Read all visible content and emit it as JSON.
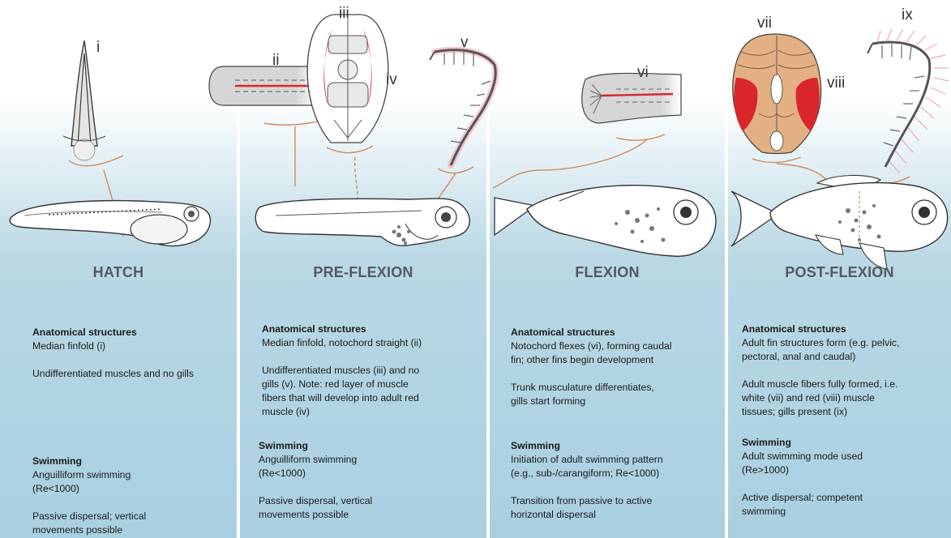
{
  "stages": [
    {
      "title": "HATCH",
      "anatomy_heading": "Anatomical structures",
      "anatomy_lines": [
        "Median finfold (i)"
      ],
      "anatomy_extra": [
        "Undifferentiated muscles and no gills"
      ],
      "swimming_heading": "Swimming",
      "swimming_lines": [
        "Anguilliform swimming",
        "(Re<1000)"
      ],
      "swimming_extra": [
        "Passive dispersal; vertical",
        "movements possible"
      ]
    },
    {
      "title": "PRE-FLEXION",
      "anatomy_heading": "Anatomical structures",
      "anatomy_lines": [
        "Median finfold, notochord straight (ii)"
      ],
      "anatomy_extra": [
        "Undifferentiated muscles (iii) and no",
        "gills (v). Note: red layer of muscle",
        "fibers that will develop into adult red",
        "muscle (iv)"
      ],
      "swimming_heading": "Swimming",
      "swimming_lines": [
        "Anguilliform swimming",
        "(Re<1000)"
      ],
      "swimming_extra": [
        "Passive dispersal, vertical",
        "movements possible"
      ]
    },
    {
      "title": "FLEXION",
      "anatomy_heading": "Anatomical structures",
      "anatomy_lines": [
        "Notochord flexes (vi), forming caudal",
        "fin; other fins begin development"
      ],
      "anatomy_extra": [
        "Trunk musculature differentiates,",
        "gills start forming"
      ],
      "swimming_heading": "Swimming",
      "swimming_lines": [
        "Initiation of adult swimming pattern",
        "(e.g., sub-/carangiform; Re<1000)"
      ],
      "swimming_extra": [
        "Transition from passive to active",
        "horizontal dispersal"
      ]
    },
    {
      "title": "POST-FLEXION",
      "anatomy_heading": "Anatomical structures",
      "anatomy_lines": [
        "Adult fin structures form (e.g. pelvic,",
        "pectoral, anal and caudal)"
      ],
      "anatomy_extra": [
        "Adult muscle fibers fully formed, i.e.",
        "white (vii) and red (viii) muscle",
        "tissues; gills present (ix)"
      ],
      "swimming_heading": "Swimming",
      "swimming_lines": [
        "Adult swimming mode used",
        "(Re>1000)"
      ],
      "swimming_extra": [
        "Active dispersal; competent",
        "swimming"
      ]
    }
  ],
  "labels": {
    "i": "i",
    "ii": "ii",
    "iii": "iii",
    "iv": "iv",
    "v": "v",
    "vi": "vi",
    "vii": "vii",
    "viii": "viii",
    "ix": "ix"
  },
  "colors": {
    "leader": "#d08a5a",
    "red_muscle": "#d9262b",
    "white_muscle": "#e3b083",
    "gill": "#f2a9b3",
    "tissue_gray": "#d2d2d2"
  }
}
